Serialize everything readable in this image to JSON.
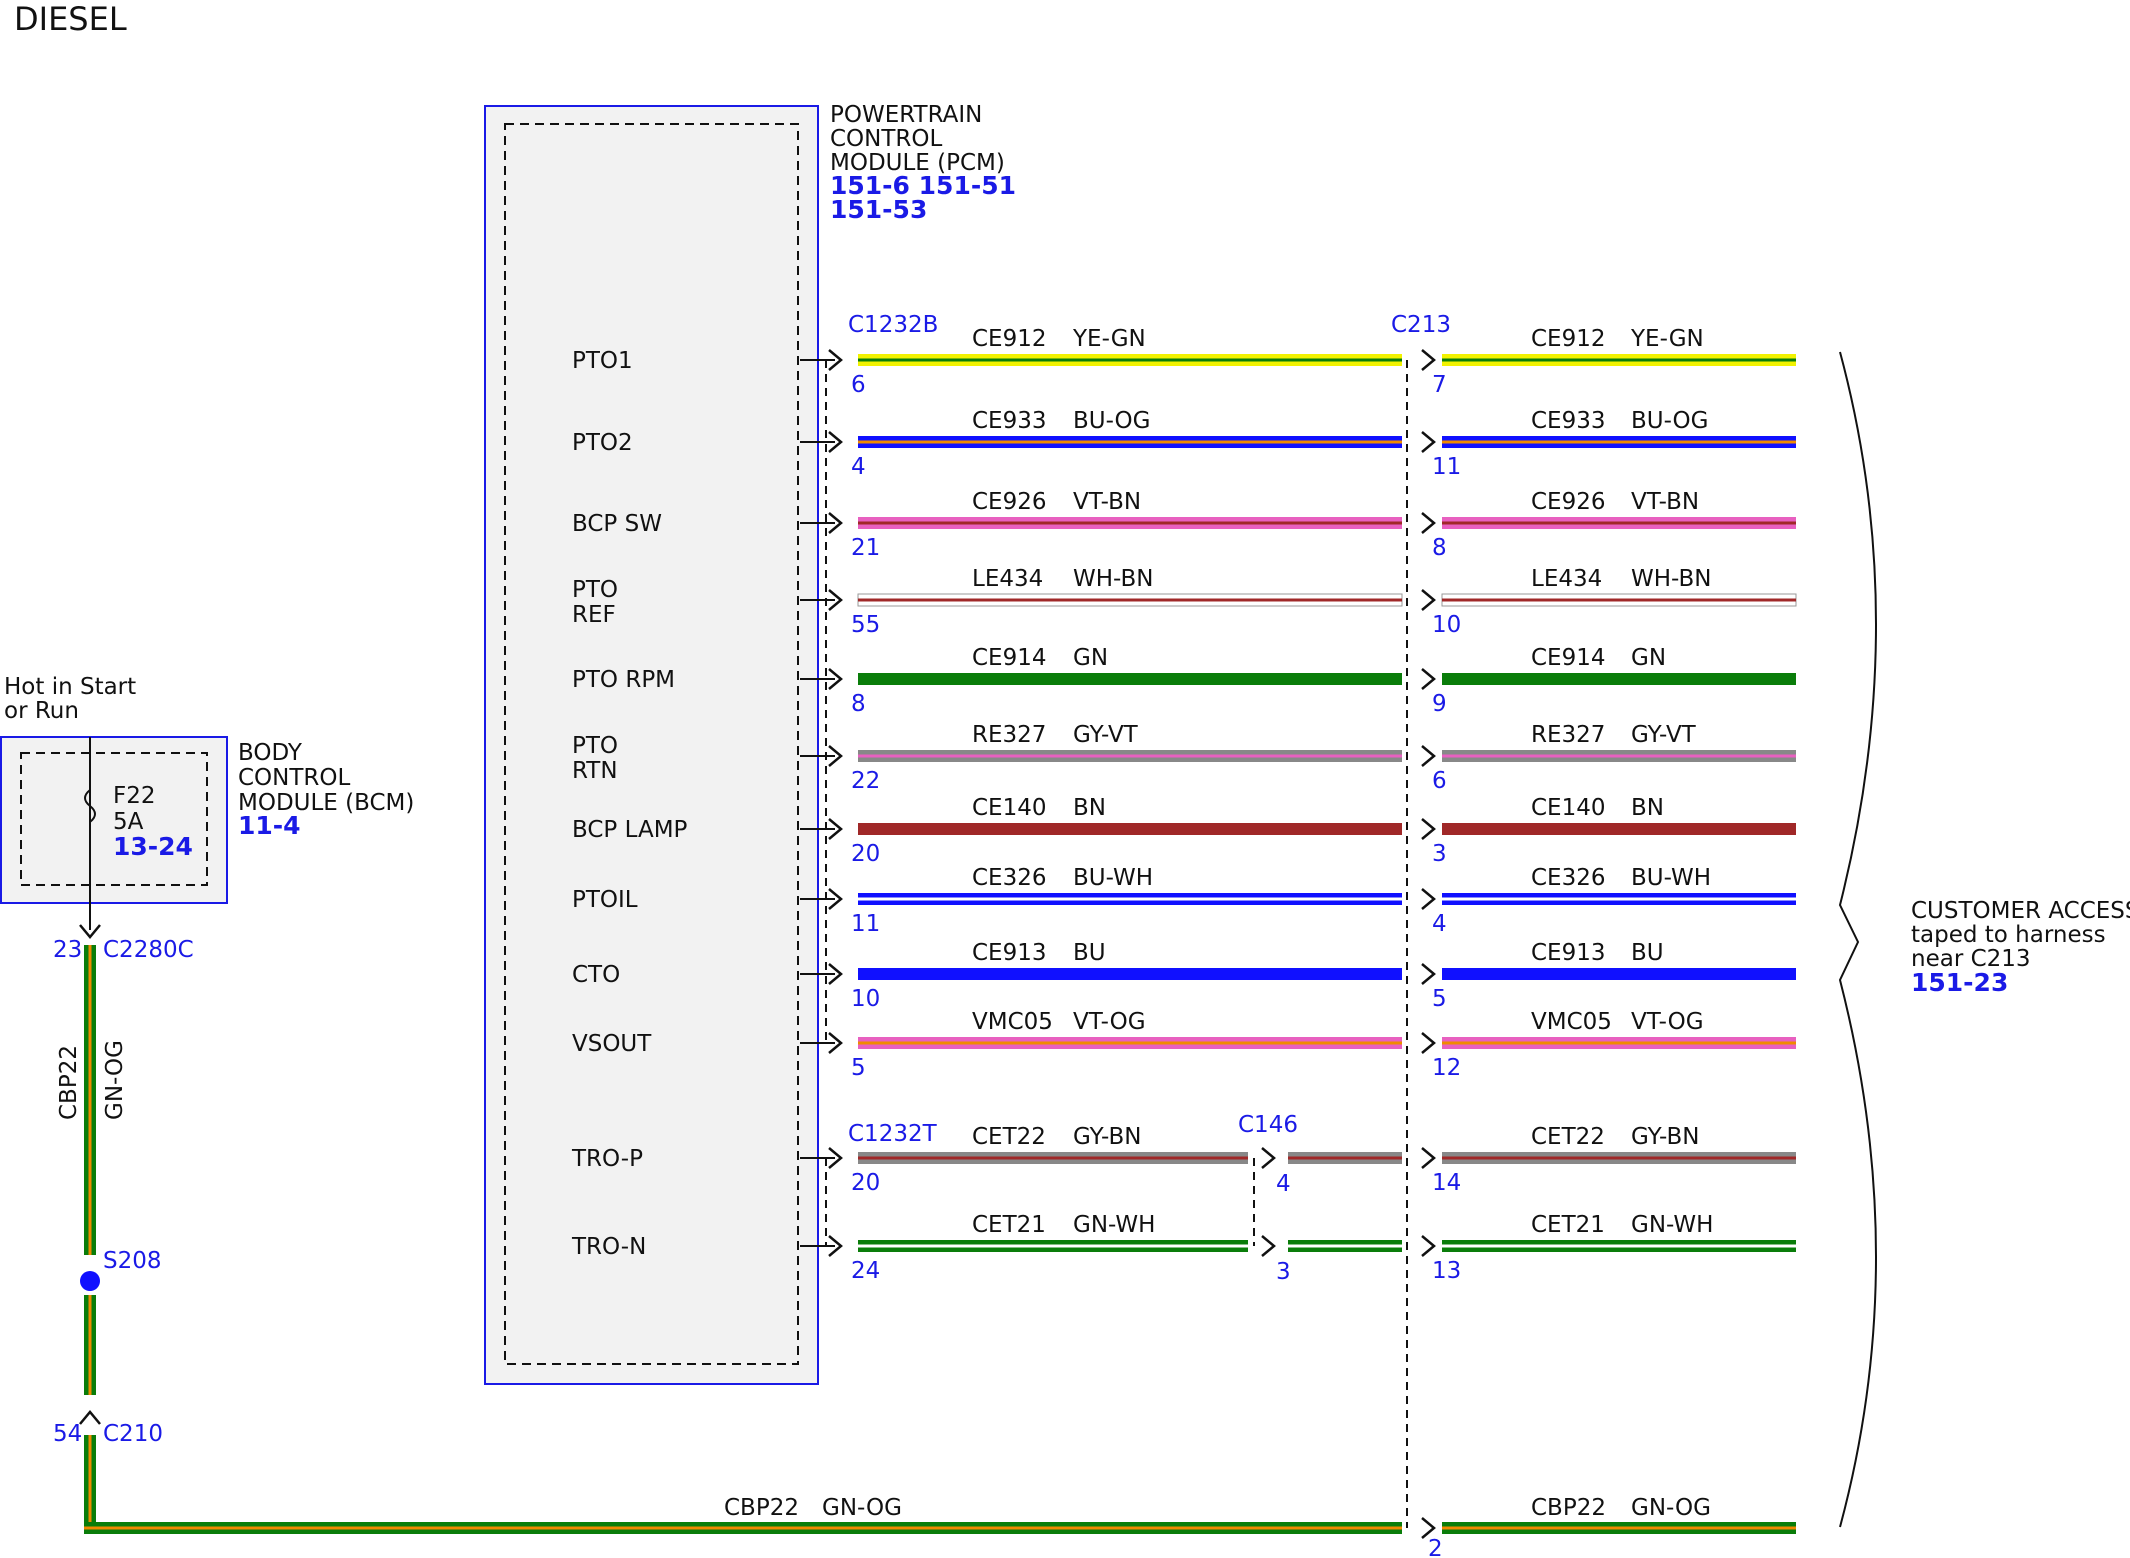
{
  "title": "DIESEL",
  "colors": {
    "YE": "#f2f200",
    "GN": "#0a7d0a",
    "BU": "#1010ff",
    "OG": "#f08a00",
    "VT": "#e860c0",
    "BN": "#a02828",
    "WH": "#ffffff",
    "GY": "#888888",
    "module_border": "#1a1ae6",
    "module_fill": "#f2f2f2",
    "ref_blue": "#1a1ae6"
  },
  "pcm": {
    "name_lines": [
      "POWERTRAIN",
      "CONTROL",
      "MODULE (PCM)"
    ],
    "refs_line1": "151-6  151-51",
    "refs_line2": "151-53"
  },
  "bcm": {
    "name_lines": [
      "BODY",
      "CONTROL",
      "MODULE (BCM)"
    ],
    "ref": "11-4",
    "fuse": "F22",
    "fuse_rating": "5A",
    "fuse_ref": "13-24"
  },
  "power_source": [
    "Hot in Start",
    "or Run"
  ],
  "connectors": {
    "pcm_a": "C1232B",
    "pcm_t": "C1232T",
    "inline": "C213",
    "tr_inline": "C146",
    "bcm_out": "C2280C",
    "bcm_out_pin": "23",
    "ground_side": "C210",
    "ground_side_pin": "54"
  },
  "splice": "S208",
  "bcm_wire": {
    "circuit": "CBP22",
    "color": "GN-OG",
    "colors": [
      "GN",
      "OG"
    ],
    "c213_pin": "2"
  },
  "signals": [
    {
      "name_lines": [
        "PTO1"
      ],
      "circuit": "CE912",
      "color": "YE-GN",
      "colors": [
        "YE",
        "GN"
      ],
      "pcm_pin": "6",
      "c213_pin": "7"
    },
    {
      "name_lines": [
        "PTO2"
      ],
      "circuit": "CE933",
      "color": "BU-OG",
      "colors": [
        "BU",
        "OG"
      ],
      "pcm_pin": "4",
      "c213_pin": "11"
    },
    {
      "name_lines": [
        "BCP SW"
      ],
      "circuit": "CE926",
      "color": "VT-BN",
      "colors": [
        "VT",
        "BN"
      ],
      "pcm_pin": "21",
      "c213_pin": "8"
    },
    {
      "name_lines": [
        "PTO",
        "REF"
      ],
      "circuit": "LE434",
      "color": "WH-BN",
      "colors": [
        "WH",
        "BN"
      ],
      "pcm_pin": "55",
      "c213_pin": "10"
    },
    {
      "name_lines": [
        "PTO RPM"
      ],
      "circuit": "CE914",
      "color": "GN",
      "colors": [
        "GN"
      ],
      "pcm_pin": "8",
      "c213_pin": "9"
    },
    {
      "name_lines": [
        "PTO",
        "RTN"
      ],
      "circuit": "RE327",
      "color": "GY-VT",
      "colors": [
        "GY",
        "VT"
      ],
      "pcm_pin": "22",
      "c213_pin": "6"
    },
    {
      "name_lines": [
        "BCP LAMP"
      ],
      "circuit": "CE140",
      "color": "BN",
      "colors": [
        "BN"
      ],
      "pcm_pin": "20",
      "c213_pin": "3"
    },
    {
      "name_lines": [
        "PTOIL"
      ],
      "circuit": "CE326",
      "color": "BU-WH",
      "colors": [
        "BU",
        "WH"
      ],
      "pcm_pin": "11",
      "c213_pin": "4"
    },
    {
      "name_lines": [
        "CTO"
      ],
      "circuit": "CE913",
      "color": "BU",
      "colors": [
        "BU"
      ],
      "pcm_pin": "10",
      "c213_pin": "5"
    },
    {
      "name_lines": [
        "VSOUT"
      ],
      "circuit": "VMC05",
      "color": "VT-OG",
      "colors": [
        "VT",
        "OG"
      ],
      "pcm_pin": "5",
      "c213_pin": "12"
    },
    {
      "name_lines": [
        "TRO-P"
      ],
      "circuit": "CET22",
      "color": "GY-BN",
      "colors": [
        "GY",
        "BN"
      ],
      "pcm_pin": "20",
      "c146_pin": "4",
      "c213_pin": "14"
    },
    {
      "name_lines": [
        "TRO-N"
      ],
      "circuit": "CET21",
      "color": "GN-WH",
      "colors": [
        "GN",
        "WH"
      ],
      "pcm_pin": "24",
      "c146_pin": "3",
      "c213_pin": "13"
    }
  ],
  "customer_access": {
    "lines": [
      "CUSTOMER ACCESS",
      "taped to harness",
      "near C213"
    ],
    "ref": "151-23"
  }
}
